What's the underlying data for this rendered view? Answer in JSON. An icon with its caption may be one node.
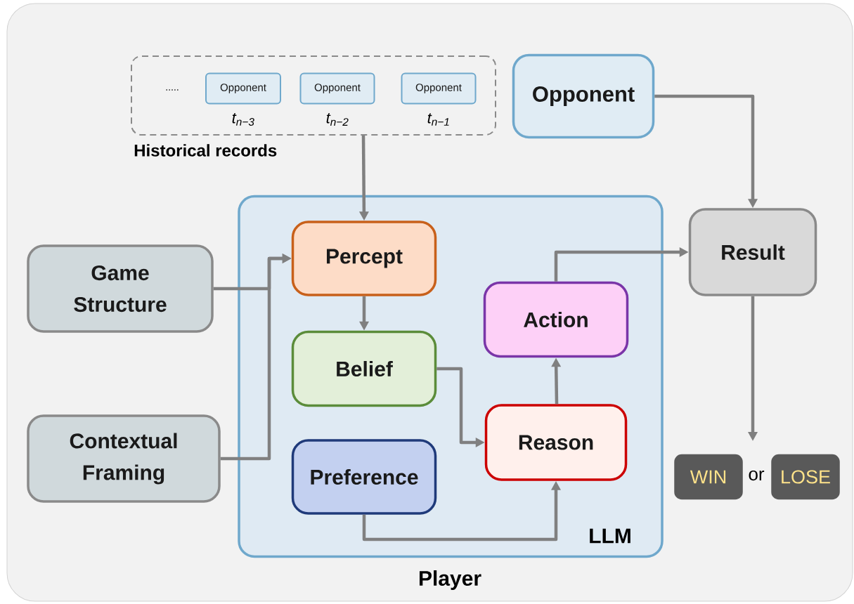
{
  "diagram": {
    "nodes": [
      {
        "text": [
          "Historical records"
        ]
      },
      {
        "text": [
          "Opponent"
        ],
        "in": 0,
        "beside": [
          "t$_{n−3}$"
        ]
      },
      {
        "text": [
          "Opponent"
        ],
        "in": 0,
        "beside": [
          "t$_{n−2}$"
        ]
      },
      {
        "text": [
          "Opponent"
        ],
        "in": 0,
        "beside": [
          "t$_{n−1}$"
        ]
      },
      {
        "text": [
          "Opponent"
        ]
      },
      {
        "text": [
          "LLM",
          "Player"
        ]
      },
      {
        "text": [
          "Game Structure"
        ]
      },
      {
        "text": [
          "Contextual Framing"
        ]
      },
      {
        "text": [
          "Percept"
        ],
        "in": 5
      },
      {
        "text": [
          "Belief"
        ],
        "in": 5
      },
      {
        "text": [
          "Preference"
        ],
        "in": 5
      },
      {
        "text": [
          "Action"
        ],
        "in": 5
      },
      {
        "text": [
          "Reason"
        ],
        "in": 5
      },
      {
        "text": [
          "Result"
        ]
      },
      {
        "text": [
          "WIN"
        ]
      },
      {
        "text": [
          "LOSE"
        ]
      }
    ],
    "edges": [
      {
        "from": 0,
        "to": 8,
        "arrow": "to"
      },
      {
        "from": 6,
        "to": 8,
        "arrow": "to"
      },
      {
        "from": 7,
        "to": 8,
        "arrow": "to"
      },
      {
        "from": 8,
        "to": 9,
        "arrow": "to"
      },
      {
        "from": 9,
        "to": 12,
        "arrow": "to"
      },
      {
        "from": 10,
        "to": 12,
        "arrow": "to"
      },
      {
        "from": 12,
        "to": 11,
        "arrow": "to"
      },
      {
        "from": 11,
        "to": 13,
        "arrow": "to"
      },
      {
        "from": 4,
        "to": 13,
        "arrow": "to"
      },
      {
        "from": 13,
        "to": null,
        "arrow": "to"
      }
    ],
    "labels": [
      ".....",
      "or"
    ]
  }
}
